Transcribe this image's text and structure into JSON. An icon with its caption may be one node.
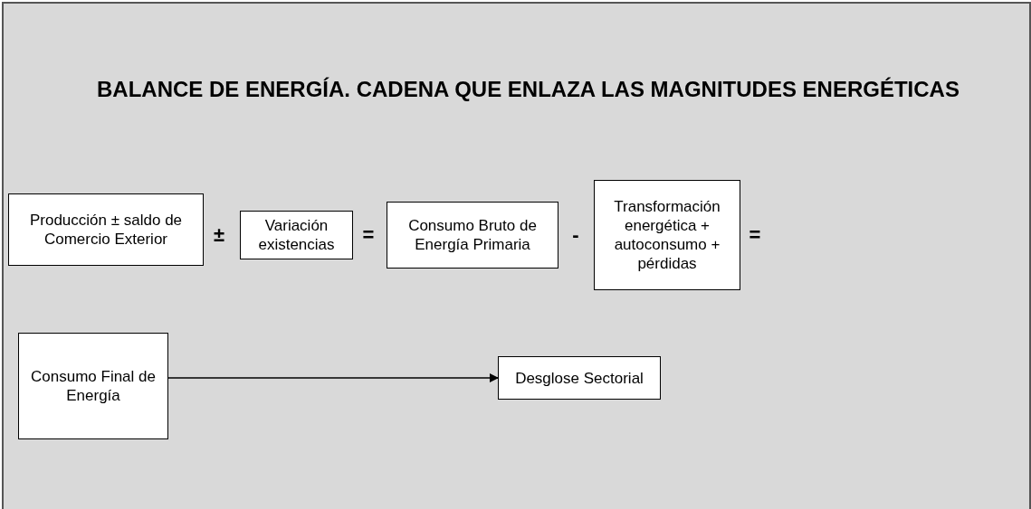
{
  "diagram": {
    "title": "BALANCE DE ENERGÍA. CADENA QUE ENLAZA LAS MAGNITUDES ENERGÉTICAS",
    "nodes": [
      {
        "text": [
          "Producción ± saldo de Comercio Exterior"
        ]
      },
      {
        "text": [
          "Variación existencias"
        ]
      },
      {
        "text": [
          "Consumo Bruto de Energía Primaria"
        ]
      },
      {
        "text": [
          "Transformación energética + autoconsumo + pérdidas"
        ]
      },
      {
        "text": [
          "Consumo Final de Energía"
        ]
      },
      {
        "text": [
          "Desglose Sectorial"
        ]
      }
    ],
    "edges": [
      {
        "from": 4,
        "to": 5,
        "arrow": "to"
      }
    ],
    "labels": [
      "±",
      "=",
      "-",
      "="
    ]
  }
}
